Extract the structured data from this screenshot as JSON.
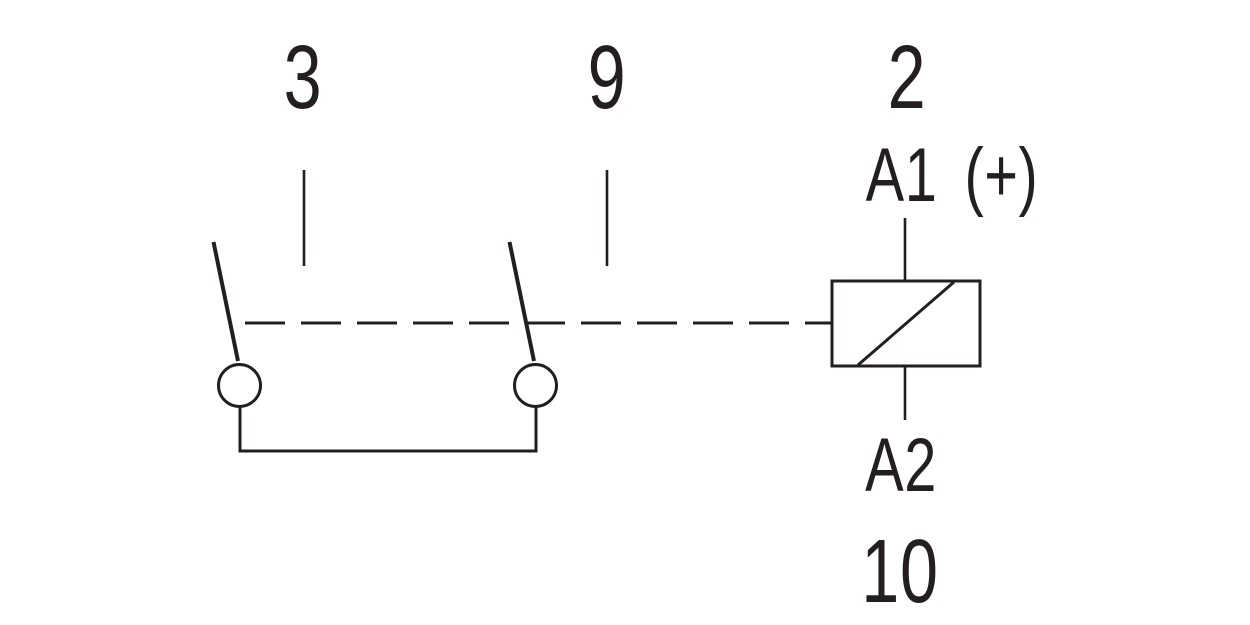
{
  "diagram": {
    "labels": {
      "contact1_terminal": "3",
      "contact2_terminal": "9",
      "coil_top_terminal": "2",
      "coil_pin_top": "A1 (+)",
      "coil_pin_bottom": "A2",
      "coil_bottom_terminal": "10"
    },
    "colors": {
      "line": "#231f20",
      "background": "#ffffff"
    }
  }
}
